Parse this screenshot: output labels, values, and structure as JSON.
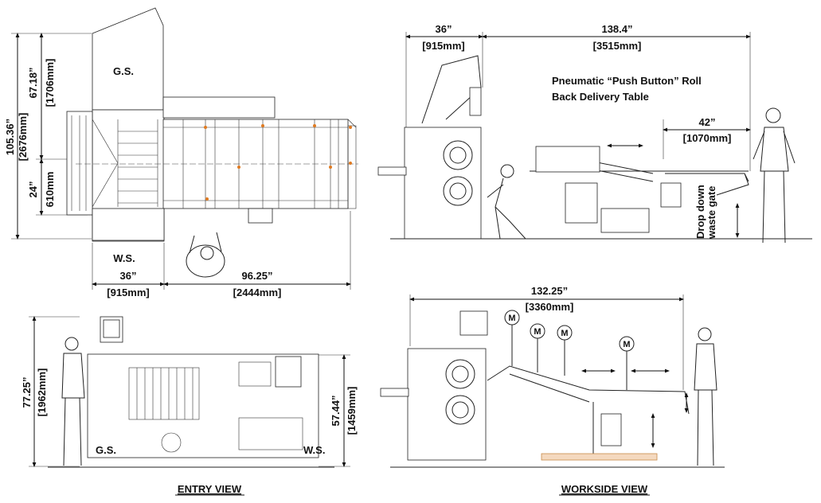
{
  "top_view": {
    "dims": {
      "total_height_in": "105.36”",
      "total_height_mm": "[2676mm]",
      "upper_height_in": "67.18”",
      "upper_height_mm": "[1706mm]",
      "lower_height_in": "24”",
      "lower_height_mm": "610mm",
      "entry_width_in": "36”",
      "entry_width_mm": "[915mm]",
      "body_length_in": "96.25”",
      "body_length_mm": "[2444mm]"
    },
    "labels": {
      "gear_side": "G.S.",
      "work_side": "W.S."
    }
  },
  "side_view_top": {
    "dims": {
      "entry_in": "36”",
      "entry_mm": "[915mm]",
      "length_in": "138.4”",
      "length_mm": "[3515mm]",
      "table_in": "42”",
      "table_mm": "[1070mm]"
    },
    "title_line1": "Pneumatic  “Push Button” Roll",
    "title_line2": "Back Delivery Table",
    "gate_line1": "Drop down",
    "gate_line2": "waste gate"
  },
  "entry_view": {
    "dims": {
      "height_in": "77.25”",
      "height_mm": "[1962mm]",
      "right_in": "57.44”",
      "right_mm": "[1459mm]"
    },
    "labels": {
      "gear_side": "G.S.",
      "work_side": "W.S."
    },
    "caption": "ENTRY VIEW"
  },
  "workside_view": {
    "dims": {
      "length_in": "132.25”",
      "length_mm": "[3360mm]"
    },
    "motor_label": "M",
    "caption": "WORKSIDE VIEW"
  }
}
